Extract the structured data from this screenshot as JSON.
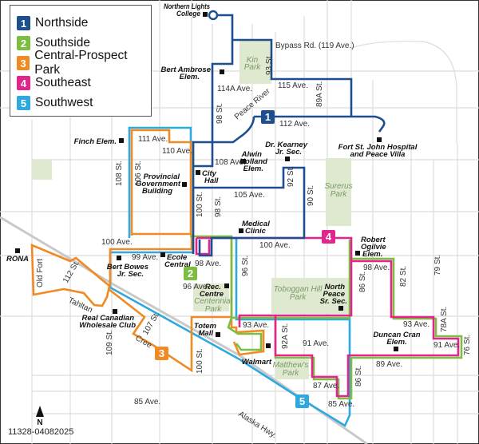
{
  "legend": {
    "routes": [
      {
        "number": "1",
        "name": "Northside",
        "color": "#1d4f8f"
      },
      {
        "number": "2",
        "name": "Southside",
        "color": "#7cbd42"
      },
      {
        "number": "3",
        "name": "Central-Prospect Park",
        "color": "#f08a24"
      },
      {
        "number": "4",
        "name": "Southeast",
        "color": "#e2258c"
      },
      {
        "number": "5",
        "name": "Southwest",
        "color": "#2ea8df"
      }
    ]
  },
  "places": {
    "nlc": [
      "Northern Lights",
      "College"
    ],
    "bert_ambrose": [
      "Bert Ambrose",
      "Elem."
    ],
    "finch": "Finch Elem.",
    "prov_gov": [
      "Provincial",
      "Government",
      "Building"
    ],
    "city_hall": [
      "City",
      "Hall"
    ],
    "alwin": [
      "Alwin",
      "Holland",
      "Elem."
    ],
    "kearney": [
      "Dr. Kearney",
      "Jr. Sec."
    ],
    "hospital": [
      "Fort St. John Hospital",
      "and Peace Villa"
    ],
    "medical": [
      "Medical",
      "Clinic"
    ],
    "rona": "RONA",
    "bert_bowes": [
      "Bert Bowes",
      "Jr. Sec."
    ],
    "ecole": [
      "Ecole",
      "Central"
    ],
    "rec_centre": [
      "Rec.",
      "Centre"
    ],
    "rcwc": [
      "Real Canadian",
      "Wholesale Club"
    ],
    "totem": [
      "Totem",
      "Mall"
    ],
    "walmart": "Walmart",
    "robert_ogilvie": [
      "Robert",
      "Ogilvie",
      "Elem."
    ],
    "north_peace": [
      "North",
      "Peace",
      "Sr. Sec."
    ],
    "duncan_cran": [
      "Duncan Cran",
      "Elem."
    ]
  },
  "parks": {
    "kin": [
      "Kin",
      "Park"
    ],
    "surerus": [
      "Surerus",
      "Park"
    ],
    "toboggan": [
      "Toboggan Hill",
      "Park"
    ],
    "centennial": [
      "Centennial",
      "Park"
    ],
    "matthews": [
      "Matthew's",
      "Park"
    ]
  },
  "streets": {
    "bypass": "Bypass Rd. (119 Ave.)",
    "s93": "93 St.",
    "a115": "115 Ave.",
    "s89a": "89A St.",
    "a114a": "114A Ave.",
    "s98a": "98 St.",
    "a112": "112 Ave.",
    "peace_river": "Peace River",
    "a111": "111 Ave.",
    "a110": "110 Ave.",
    "a108": "108 Ave.",
    "s108": "108 St.",
    "s106": "106 St.",
    "s92": "92 St.",
    "s90": "90 St.",
    "a105": "105 Ave.",
    "s100a": "100 St.",
    "s98b": "98 St.",
    "a100a": "100 Ave.",
    "a100b": "100 Ave.",
    "a99": "99 Ave.",
    "a98a": "98 Ave.",
    "a96": "96 Ave.",
    "s96": "96 St.",
    "old_fort": "Old Fort",
    "s112": "112 St.",
    "tahltan": "Tahltan",
    "s107": "107 St.",
    "s109": "109 St.",
    "cree": "Cree",
    "s100b": "100 St.",
    "a93a": "93 Ave.",
    "s92a": "92A St.",
    "a91a": "91 Ave.",
    "a87": "87 Ave.",
    "a85a": "85 Ave.",
    "a85b": "85 Ave.",
    "s86a": "86 St.",
    "s86b": "86 St.",
    "a98b": "98 Ave.",
    "s82": "82 St.",
    "s79": "79 St.",
    "a93b": "93 Ave.",
    "s78a": "78A St.",
    "a91b": "91 Ave.",
    "s76": "76 St.",
    "a89": "89 Ave.",
    "alaska": "Alaska Hwy."
  },
  "north_label": "N",
  "map_code": "11328-04082025"
}
